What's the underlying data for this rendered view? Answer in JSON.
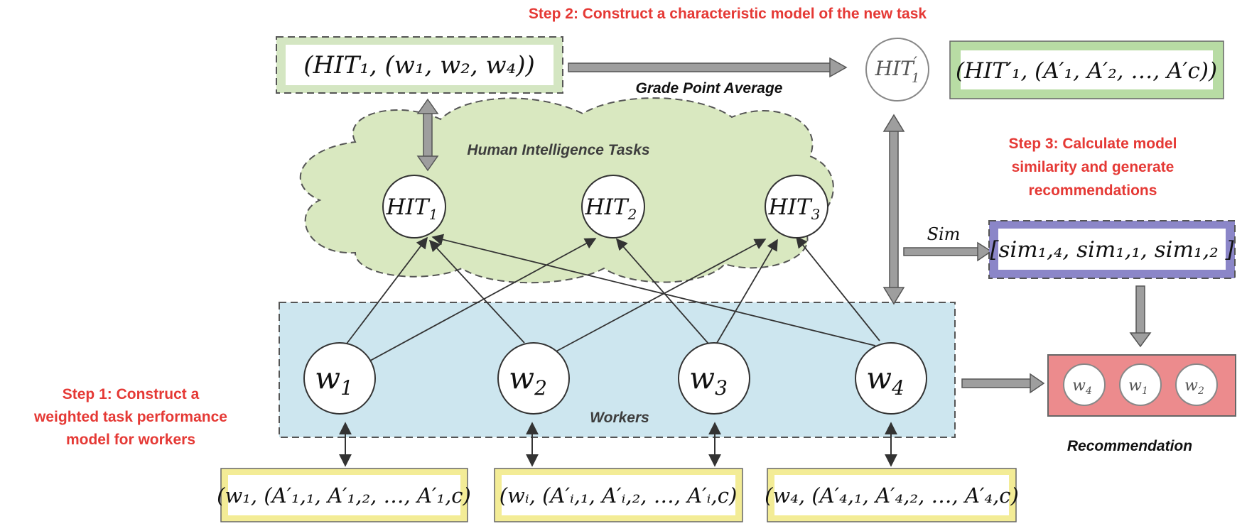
{
  "steps": {
    "step1": [
      "Step 1: Construct a",
      "weighted task performance",
      "model for workers"
    ],
    "step2": "Step 2: Construct a characteristic model of the new task",
    "step3": [
      "Step 3: Calculate model",
      "similarity and generate",
      "recommendations"
    ]
  },
  "labels": {
    "hit_cloud": "Human Intelligence Tasks",
    "workers": "Workers",
    "grade_point_average": "Grade Point Average",
    "sim_arrow": "Sim",
    "recommendation": "Recommendation"
  },
  "hits": [
    {
      "base": "HIT",
      "sub": "1"
    },
    {
      "base": "HIT",
      "sub": "2"
    },
    {
      "base": "HIT",
      "sub": "3"
    }
  ],
  "new_hit": {
    "base": "HIT",
    "prime": "′",
    "sub": "1"
  },
  "workers": [
    {
      "base": "w",
      "sub": "1"
    },
    {
      "base": "w",
      "sub": "2"
    },
    {
      "base": "w",
      "sub": "3"
    },
    {
      "base": "w",
      "sub": "4"
    }
  ],
  "hit_model_text": "(HIT₁, (w₁, w₂, w₄))",
  "new_hit_model_text": "(HIT′₁, (A′₁, A′₂, …, A′c))",
  "sim_vector_text": "[sim₁,₄, sim₁,₁, sim₁,₂ ]",
  "worker_models": [
    "(w₁, (A′₁,₁, A′₁,₂, …, A′₁,c)",
    "(wᵢ, (A′ᵢ,₁, A′ᵢ,₂, …, A′ᵢ,c)",
    "(w₄, (A′₄,₁, A′₄,₂, …, A′₄,c)"
  ],
  "recommendation_items": [
    {
      "base": "w",
      "sub": "4"
    },
    {
      "base": "w",
      "sub": "1"
    },
    {
      "base": "w",
      "sub": "2"
    }
  ],
  "colors": {
    "step_red": "#e53935",
    "cloud_fill": "#d9e8c0",
    "workers_fill": "#cde6ef",
    "hit_box_fill": "#d4e6c2",
    "new_hit_box_fill": "#b8dca4",
    "sim_box_fill": "#8b86c8",
    "worker_box_fill": "#f3ec96",
    "rec_fill": "#ec8b8d",
    "arrow_gray": "#9e9e9e"
  }
}
